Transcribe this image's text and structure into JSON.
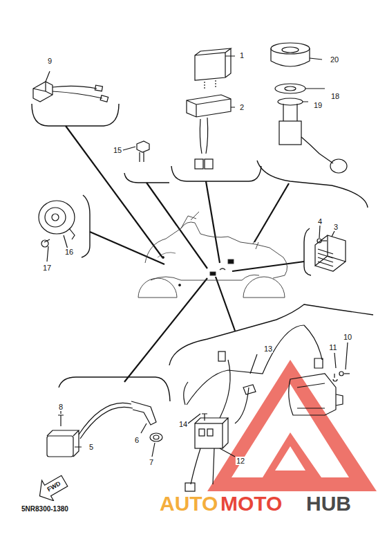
{
  "diagram": {
    "nodes": [
      {
        "text": [
          "FWD"
        ]
      }
    ],
    "labels": [
      "9",
      "1",
      "20",
      "2",
      "18",
      "19",
      "15",
      "4",
      "3",
      "16",
      "17",
      "13",
      "11",
      "10",
      "8",
      "6",
      "14",
      "5",
      "7",
      "12",
      "5NR8300-1380",
      "AUTO",
      "MOTO",
      "HUB"
    ]
  }
}
